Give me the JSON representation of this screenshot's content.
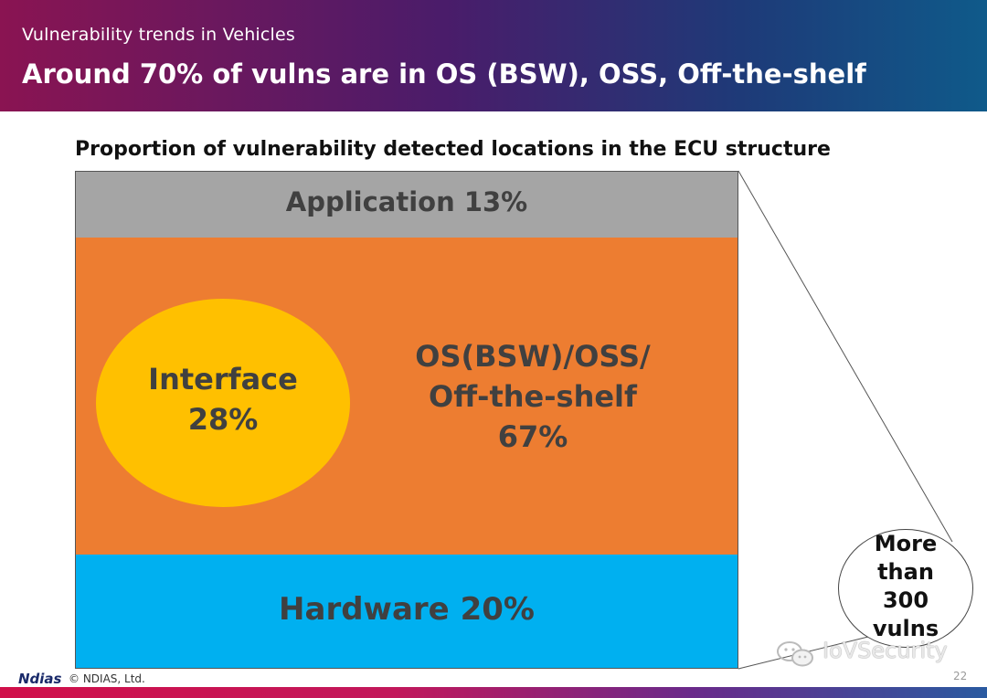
{
  "header": {
    "subtitle": "Vulnerability trends in Vehicles",
    "title": "Around 70% of vulns are in OS (BSW), OSS, Off-the-shelf"
  },
  "diagram": {
    "title": "Proportion of vulnerability detected locations in the ECU structure",
    "layers": {
      "application": {
        "label": "Application 13%",
        "color": "#a5a5a5"
      },
      "os": {
        "label_lines": [
          "OS(BSW)/OSS/",
          "Off-the-shelf",
          "67%"
        ],
        "color": "#ed7d31"
      },
      "interface": {
        "label_lines": [
          "Interface",
          "28%"
        ],
        "color": "#ffc000"
      },
      "hardware": {
        "label": "Hardware 20%",
        "color": "#00b0f0"
      }
    },
    "callout": {
      "lines": [
        "More",
        "than",
        "300",
        "vulns"
      ]
    }
  },
  "footer": {
    "logo": "Ndias",
    "copyright": "© NDIAS, Ltd.",
    "page_number": "22",
    "watermark": "IoVSecurity"
  }
}
